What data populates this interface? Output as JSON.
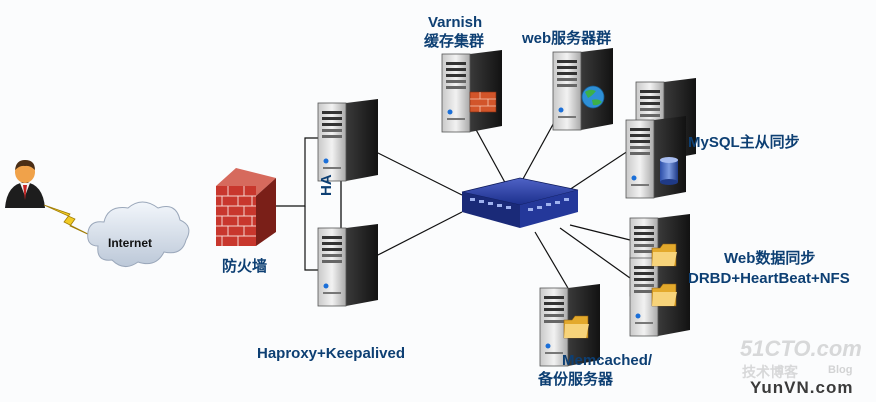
{
  "diagram": {
    "nodes": {
      "internet": {
        "label": "Internet"
      },
      "firewall": {
        "label": "防火墙"
      },
      "ha_link": {
        "label": "HA"
      },
      "haproxy": {
        "label": "Haproxy+Keepalived"
      },
      "varnish": {
        "label_line1": "Varnish",
        "label_line2": "缓存集群"
      },
      "web": {
        "label": "web服务器群"
      },
      "mysql": {
        "label": "MySQL主从同步"
      },
      "websync": {
        "label_line1": "Web数据同步",
        "label_line2": "DRBD+HeartBeat+NFS"
      },
      "memcached": {
        "label_line1": "Memcached/",
        "label_line2": "备份服务器"
      }
    },
    "watermark": {
      "site1": "51CTO.com",
      "site1_sub": "技术博客",
      "site1_blog": "Blog",
      "site2": "YunVN.com"
    },
    "colors": {
      "label": "#0d3f73",
      "line": "#111111",
      "switch": "#1c2f8c",
      "firewall": "#c8372d"
    }
  }
}
